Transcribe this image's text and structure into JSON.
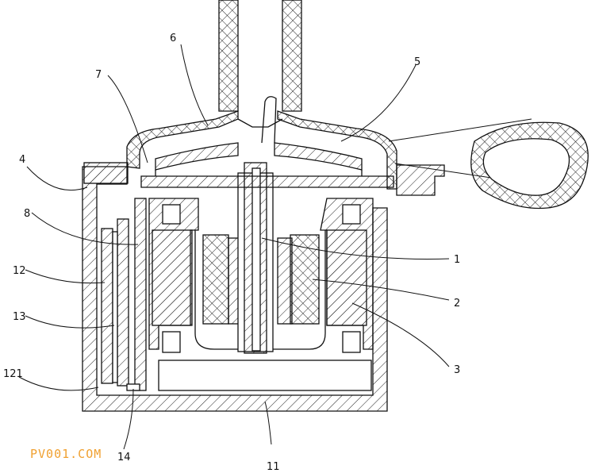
{
  "labels": {
    "l1": "1",
    "l2": "2",
    "l3": "3",
    "l4": "4",
    "l5": "5",
    "l6": "6",
    "l7": "7",
    "l8": "8",
    "l11": "11",
    "l12": "12",
    "l13": "13",
    "l14": "14",
    "l121": "121"
  },
  "watermark": "PV001.COM",
  "colors": {
    "line": "#111111",
    "watermark": "#f0a030",
    "background": "#ffffff"
  }
}
